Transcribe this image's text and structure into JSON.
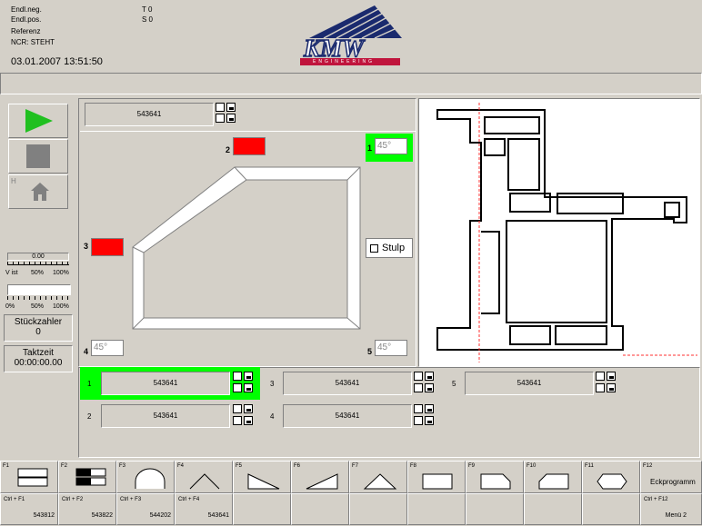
{
  "header": {
    "line1": "Endl.neg.",
    "val1": "T 0",
    "line2": "Endl.pos.",
    "val2": "S 0",
    "line3": "Referenz",
    "line4": "NCR: STEHT",
    "datetime": "03.01.2007 13:51:50",
    "logo_text": "KMW",
    "logo_sub": "ENGINEERING"
  },
  "left": {
    "play_icon": "play-icon",
    "stop_icon": "stop-icon",
    "home_icon": "home-icon",
    "h_label": "H",
    "vist_value": "0.00",
    "vist_label": "V ist",
    "pct50": "50%",
    "pct100": "100%",
    "pct0": "0%",
    "stueck_label": "Stückzahler",
    "stueck_value": "0",
    "takt_label": "Taktzeit",
    "takt_value": "00:00:00.00"
  },
  "top_profile": "543641",
  "shape": {
    "corner1": "1",
    "corner1_angle": "45°",
    "corner2": "2",
    "corner3": "3",
    "corner4": "4",
    "corner4_angle": "45°",
    "corner5": "5",
    "corner5_angle": "45°",
    "stulp_label": "Stulp"
  },
  "profiles": [
    {
      "num": "1",
      "code": "543641"
    },
    {
      "num": "2",
      "code": "543641"
    },
    {
      "num": "3",
      "code": "543641"
    },
    {
      "num": "4",
      "code": "543641"
    },
    {
      "num": "5",
      "code": "543641"
    }
  ],
  "fkeys": [
    {
      "label": "F1"
    },
    {
      "label": "F2"
    },
    {
      "label": "F3"
    },
    {
      "label": "F4"
    },
    {
      "label": "F5"
    },
    {
      "label": "F6"
    },
    {
      "label": "F7"
    },
    {
      "label": "F8"
    },
    {
      "label": "F9"
    },
    {
      "label": "F10"
    },
    {
      "label": "F11"
    },
    {
      "label": "F12",
      "text": "Eckprogramm"
    }
  ],
  "ckeys": [
    {
      "label": "Ctrl + F1",
      "val": "543812"
    },
    {
      "label": "Ctrl + F2",
      "val": "543822"
    },
    {
      "label": "Ctrl + F3",
      "val": "544202"
    },
    {
      "label": "Ctrl + F4",
      "val": "543641"
    },
    {
      "label": "Ctrl + F12",
      "val": "Menü 2"
    }
  ],
  "colors": {
    "accent_green": "#00ff00",
    "red": "#ff0000",
    "logo_blue": "#1a2a6e",
    "logo_red": "#c0143c"
  }
}
